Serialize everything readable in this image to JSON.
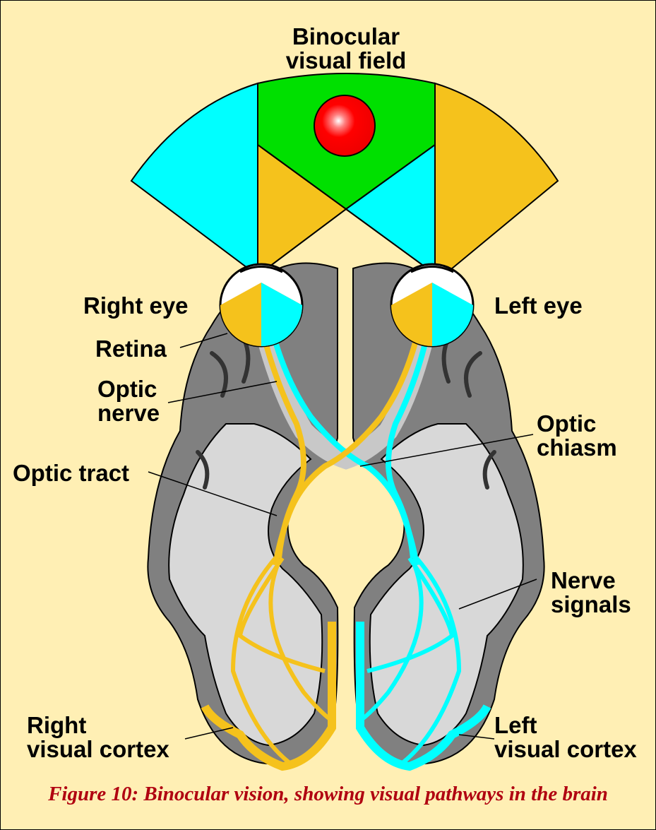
{
  "diagram": {
    "title": "Binocular\nvisual field",
    "labels": {
      "right_eye": "Right eye",
      "left_eye": "Left eye",
      "retina": "Retina",
      "optic_nerve": "Optic\nnerve",
      "optic_chiasm": "Optic\nchiasm",
      "optic_tract": "Optic tract",
      "nerve_signals": "Nerve\nsignals",
      "right_visual_cortex": "Right\nvisual cortex",
      "left_visual_cortex": "Left\nvisual cortex"
    },
    "caption": "Figure 10: Binocular vision, showing visual pathways in the brain"
  },
  "colors": {
    "background": "#ffefb4",
    "right_field": "#00ffff",
    "left_field": "#f5c21c",
    "binocular_field": "#00e000",
    "object": "#ff0000",
    "brain_outer": "#808080",
    "brain_inner": "#d8d8d8",
    "caption": "#b00010"
  }
}
